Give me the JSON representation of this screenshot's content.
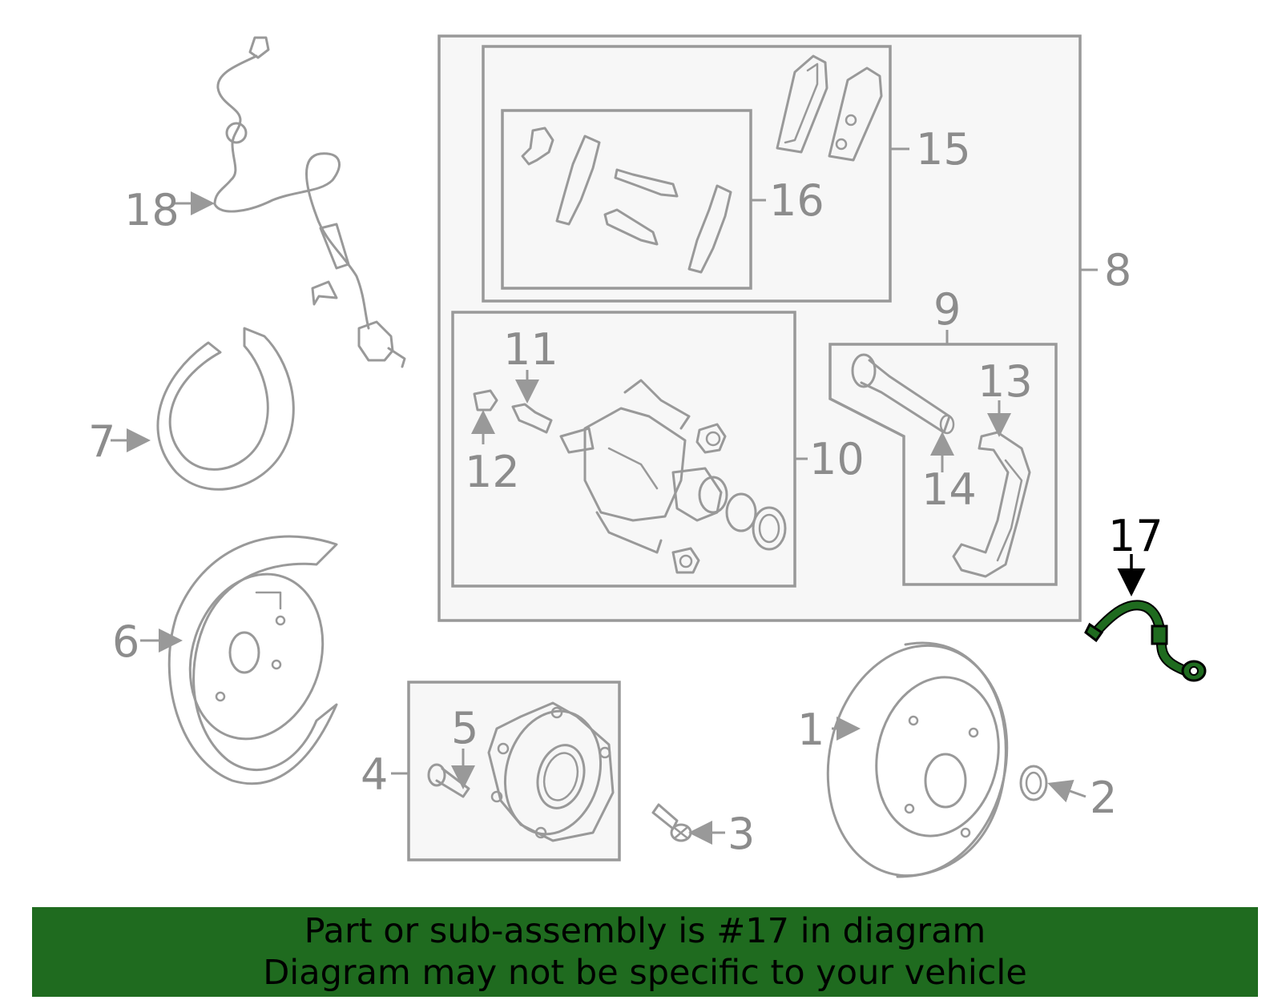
{
  "diagram": {
    "highlighted_part": "17",
    "highlight_color": "#1f6b1f",
    "part_color": "#999999",
    "labels": {
      "p1": "1",
      "p2": "2",
      "p3": "3",
      "p4": "4",
      "p5": "5",
      "p6": "6",
      "p7": "7",
      "p8": "8",
      "p9": "9",
      "p10": "10",
      "p11": "11",
      "p12": "12",
      "p13": "13",
      "p14": "14",
      "p15": "15",
      "p16": "16",
      "p17": "17",
      "p18": "18"
    }
  },
  "banner": {
    "line1": "Part or sub-assembly is #17 in diagram",
    "line2": "Diagram may not be specific to your vehicle",
    "background": "#1f6b1f"
  }
}
